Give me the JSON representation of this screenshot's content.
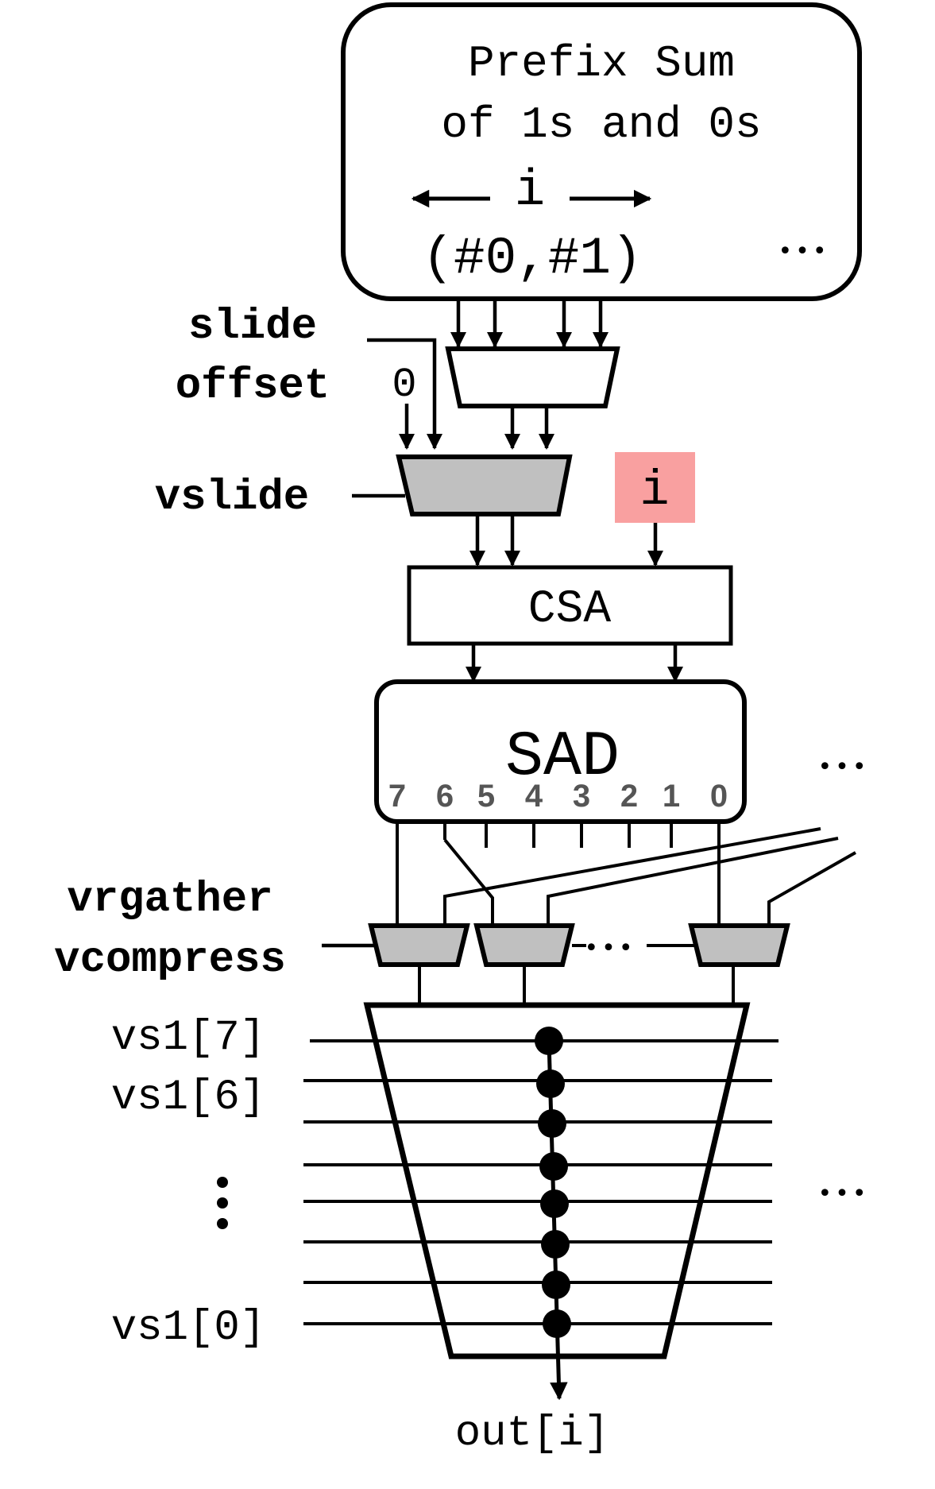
{
  "prefix_block": {
    "title_line1": "Prefix Sum",
    "title_line2": "of 1s and 0s",
    "index_label": "i",
    "counts_label": "(#0,#1)",
    "ellipsis": "•••"
  },
  "labels": {
    "slide_line1": "slide",
    "slide_line2": "offset",
    "zero_input": "0",
    "vslide": "vslide",
    "index_input": "i",
    "csa": "CSA",
    "sad": "SAD",
    "sad_ellipsis": "•••",
    "vrgather": "vrgather",
    "vcompress": "vcompress",
    "mux_row_ellipsis": "•••",
    "bottom_ellipsis": "•••",
    "output": "out[i]"
  },
  "sad_outputs": [
    "7",
    "6",
    "5",
    "4",
    "3",
    "2",
    "1",
    "0"
  ],
  "source_registers": {
    "top_1": "vs1[7]",
    "top_2": "vs1[6]",
    "bottom": "vs1[0]"
  },
  "colors": {
    "ink": "#000000",
    "mux_fill": "#c0c0c0",
    "index_highlight": "#f9a0a0",
    "sad_digits": "#555555"
  }
}
